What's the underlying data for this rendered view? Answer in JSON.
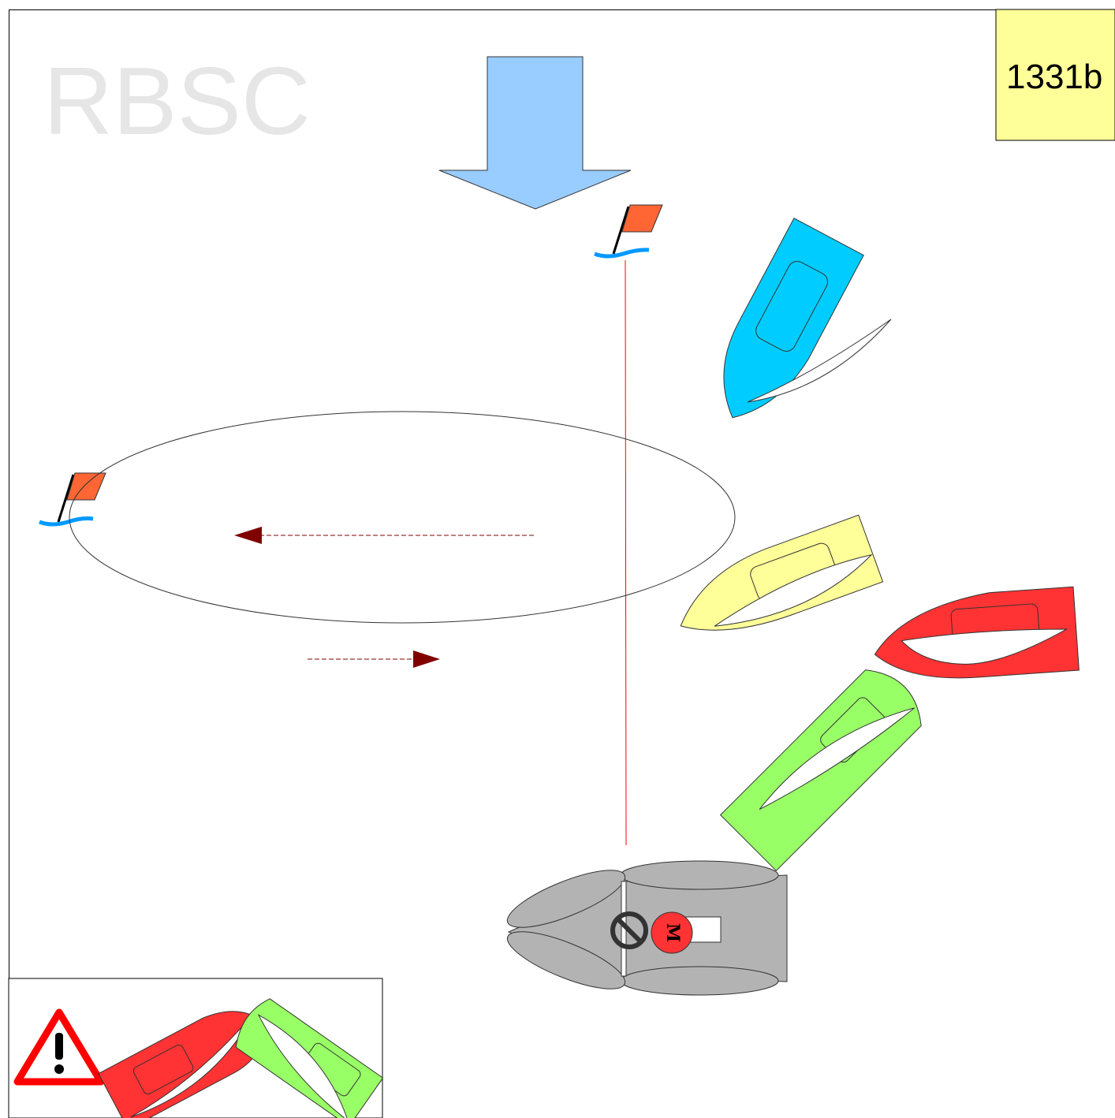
{
  "diagram": {
    "club_label": "RBSC",
    "case_number": "1331b",
    "motor_label": "M",
    "colors": {
      "wind_arrow": "#99ccff",
      "flag": "#ff6633",
      "water": "#0099ff",
      "start_line": "#ff0000",
      "course_arrow": "#800000",
      "case_box": "#ffff99",
      "boat_blue": "#00ccff",
      "boat_yellow": "#ffff99",
      "boat_red": "#ff3333",
      "boat_green": "#99ff66",
      "committee_boat": "#b3b3b3",
      "warning": "#ff0000"
    },
    "icons": [
      "wind-arrow-icon",
      "start-flag-icon",
      "pin-flag-icon",
      "no-entry-icon",
      "warning-icon"
    ]
  }
}
